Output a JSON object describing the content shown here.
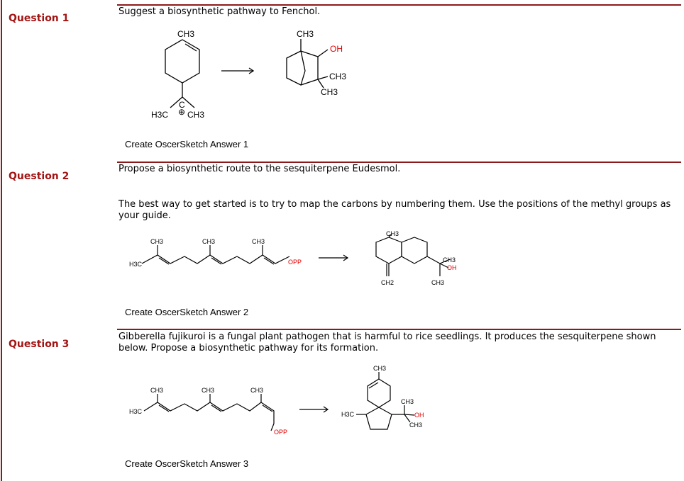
{
  "questions": [
    {
      "label": "Question 1",
      "prompt": "Suggest a biosynthetic pathway to Fenchol.",
      "answer_link": "Create OscerSketch Answer 1"
    },
    {
      "label": "Question 2",
      "prompt": "Propose a biosynthetic route to the sesquiterpene Eudesmol.",
      "hint": "The best way to get started is to try to map the carbons by numbering them. Use the positions of the methyl groups as your guide.",
      "answer_link": "Create OscerSketch Answer 2"
    },
    {
      "label": "Question 3",
      "prompt": "Gibberella fujikuroi is a fungal plant pathogen that is harmful to rice seedlings. It produces the sesquiterpene shown below. Propose a biosynthetic pathway for its formation.",
      "answer_link": "Create OscerSketch Answer 3"
    }
  ],
  "structures": {
    "q1": {
      "reactant_top": "CH3",
      "reactant_left": "H3C",
      "reactant_right": "CH3",
      "reactant_c": "C",
      "charge": "⊕",
      "product_top": "CH3",
      "product_oh": "OH",
      "product_me1": "CH3",
      "product_me2": "CH3"
    },
    "q2": {
      "me1": "CH3",
      "me2": "CH3",
      "me3": "CH3",
      "start": "H3C",
      "opp": "OPP",
      "p_top": "CH3",
      "p_ch2": "CH2",
      "p_me": "CH3",
      "p_oh": "OH",
      "p_me2": "CH3"
    },
    "q3": {
      "me1": "CH3",
      "me2": "CH3",
      "me3": "CH3",
      "start": "H3C",
      "opp": "OPP",
      "p_top": "CH3",
      "p_left": "H3C",
      "p_me": "CH3",
      "p_oh": "OH",
      "p_me2": "CH3"
    }
  },
  "colors": {
    "accent": "#8b1a1a",
    "label": "#a31515",
    "oh": "#e00000"
  }
}
